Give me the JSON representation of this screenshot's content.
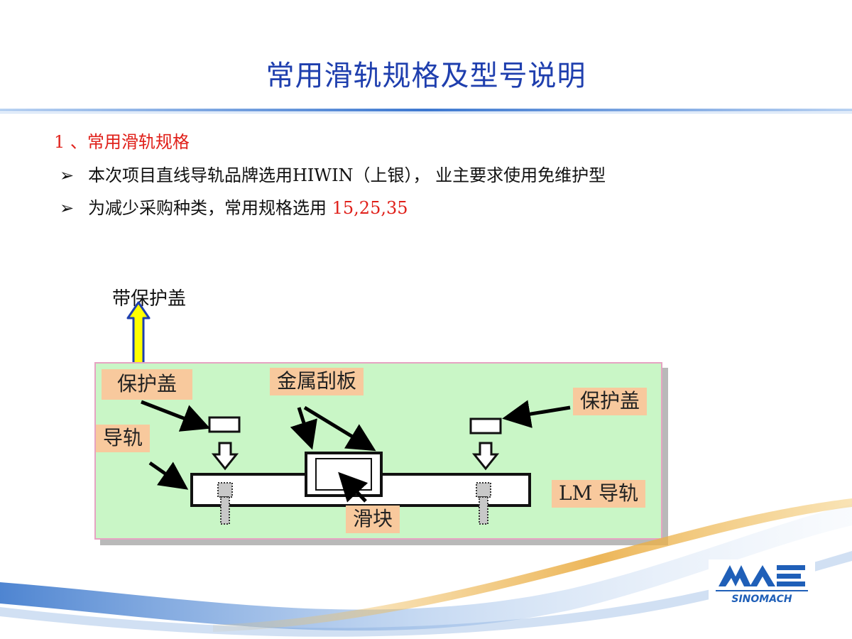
{
  "slide": {
    "title": "常用滑轨规格及型号说明",
    "section_heading": "1 、常用滑轨规格",
    "bullets": [
      {
        "marker": "➢",
        "text": "本次项目直线导轨品牌选用HIWIN（上银），  业主要求使用免维护型"
      },
      {
        "marker": "➢",
        "text": "为减少采购种类，常用规格选用 ",
        "highlight": "15,25,35"
      }
    ]
  },
  "figure": {
    "cover_note": "带保护盖",
    "labels": {
      "cover_left": "保护盖",
      "scraper": "金属刮板",
      "cover_right": "保护盖",
      "rail": "导轨",
      "lm_rail": "LM 导轨",
      "slider": "滑块"
    },
    "colors": {
      "panel": "#c9f6c6",
      "label_bg": "#f8c99d",
      "arrow_fill": "#ffff00",
      "arrow_stroke": "#1f3fae"
    }
  },
  "logo": {
    "brand_text": "SINOMACH",
    "glyph": "MAE"
  },
  "colors": {
    "title": "#1f3fae",
    "accent_red": "#e0201a"
  }
}
